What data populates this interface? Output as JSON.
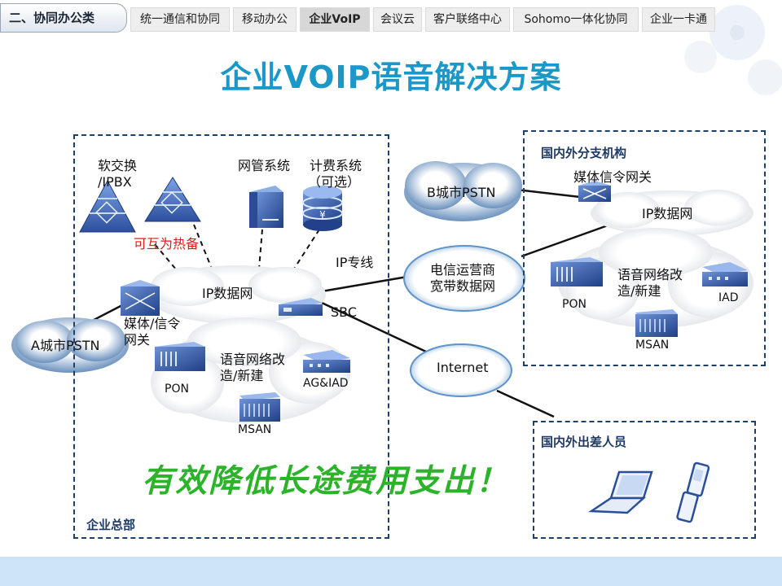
{
  "header": {
    "section_label": "二、协同办公类",
    "tabs": [
      {
        "label": "统一通信和协同",
        "active": false
      },
      {
        "label": "移动办公",
        "active": false
      },
      {
        "label": "企业VoIP",
        "active": true
      },
      {
        "label": "会议云",
        "active": false
      },
      {
        "label": "客户联络中心",
        "active": false
      },
      {
        "label": "Sohomo一体化协同",
        "active": false
      },
      {
        "label": "企业一卡通",
        "active": false
      }
    ]
  },
  "title": "企业VOIP语音解决方案",
  "headquarters": {
    "label": "企业总部",
    "softswitch_line1": "软交换",
    "softswitch_line2": "/IPBX",
    "hot_standby": "可互为热备",
    "nms": "网管系统",
    "billing_line1": "计费系统",
    "billing_line2": "（可选）",
    "ip_network": "IP数据网",
    "media_gw_line1": "媒体/信令",
    "media_gw_line2": "网关",
    "sbc": "SBC",
    "voice_net_line1": "语音网络改",
    "voice_net_line2": "造/新建",
    "pon": "PON",
    "ag_iad": "AG&IAD",
    "msan": "MSAN"
  },
  "external": {
    "pstn_a": "A城市PSTN",
    "pstn_b": "B城市PSTN",
    "ip_leased_line": "IP专线",
    "carrier_line1": "电信运营商",
    "carrier_line2": "宽带数据网",
    "internet": "Internet"
  },
  "branch": {
    "label": "国内外分支机构",
    "media_gw": "媒体信令网关",
    "ip_network": "IP数据网",
    "voice_net_line1": "语音网络改",
    "voice_net_line2": "造/新建",
    "pon": "PON",
    "iad": "IAD",
    "msan": "MSAN"
  },
  "traveler": {
    "label": "国内外出差人员"
  },
  "slogan": "有效降低长途费用支出！",
  "colors": {
    "title": "#1c98c8",
    "box_border": "#1f3f67",
    "slogan": "#2bb32a",
    "red_text": "#e01a1a",
    "device_blue": "#2a4f9a"
  }
}
